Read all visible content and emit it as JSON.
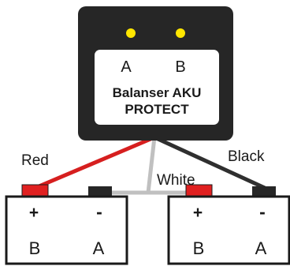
{
  "device": {
    "port_a": "A",
    "port_b": "B",
    "name_line1": "Balanser AKU",
    "name_line2": "PROTECT",
    "led_color": "#ffe600",
    "body_color": "#262626",
    "panel_color": "#ffffff"
  },
  "wires": {
    "red_label": "Red",
    "white_label": "White",
    "black_label": "Black",
    "red_color": "#d61f1f",
    "white_color": "#c0c0c0",
    "black_color": "#2f2f2f"
  },
  "batteries": [
    {
      "plus": "+",
      "minus": "-",
      "left_label": "B",
      "right_label": "A"
    },
    {
      "plus": "+",
      "minus": "-",
      "left_label": "B",
      "right_label": "A"
    }
  ]
}
